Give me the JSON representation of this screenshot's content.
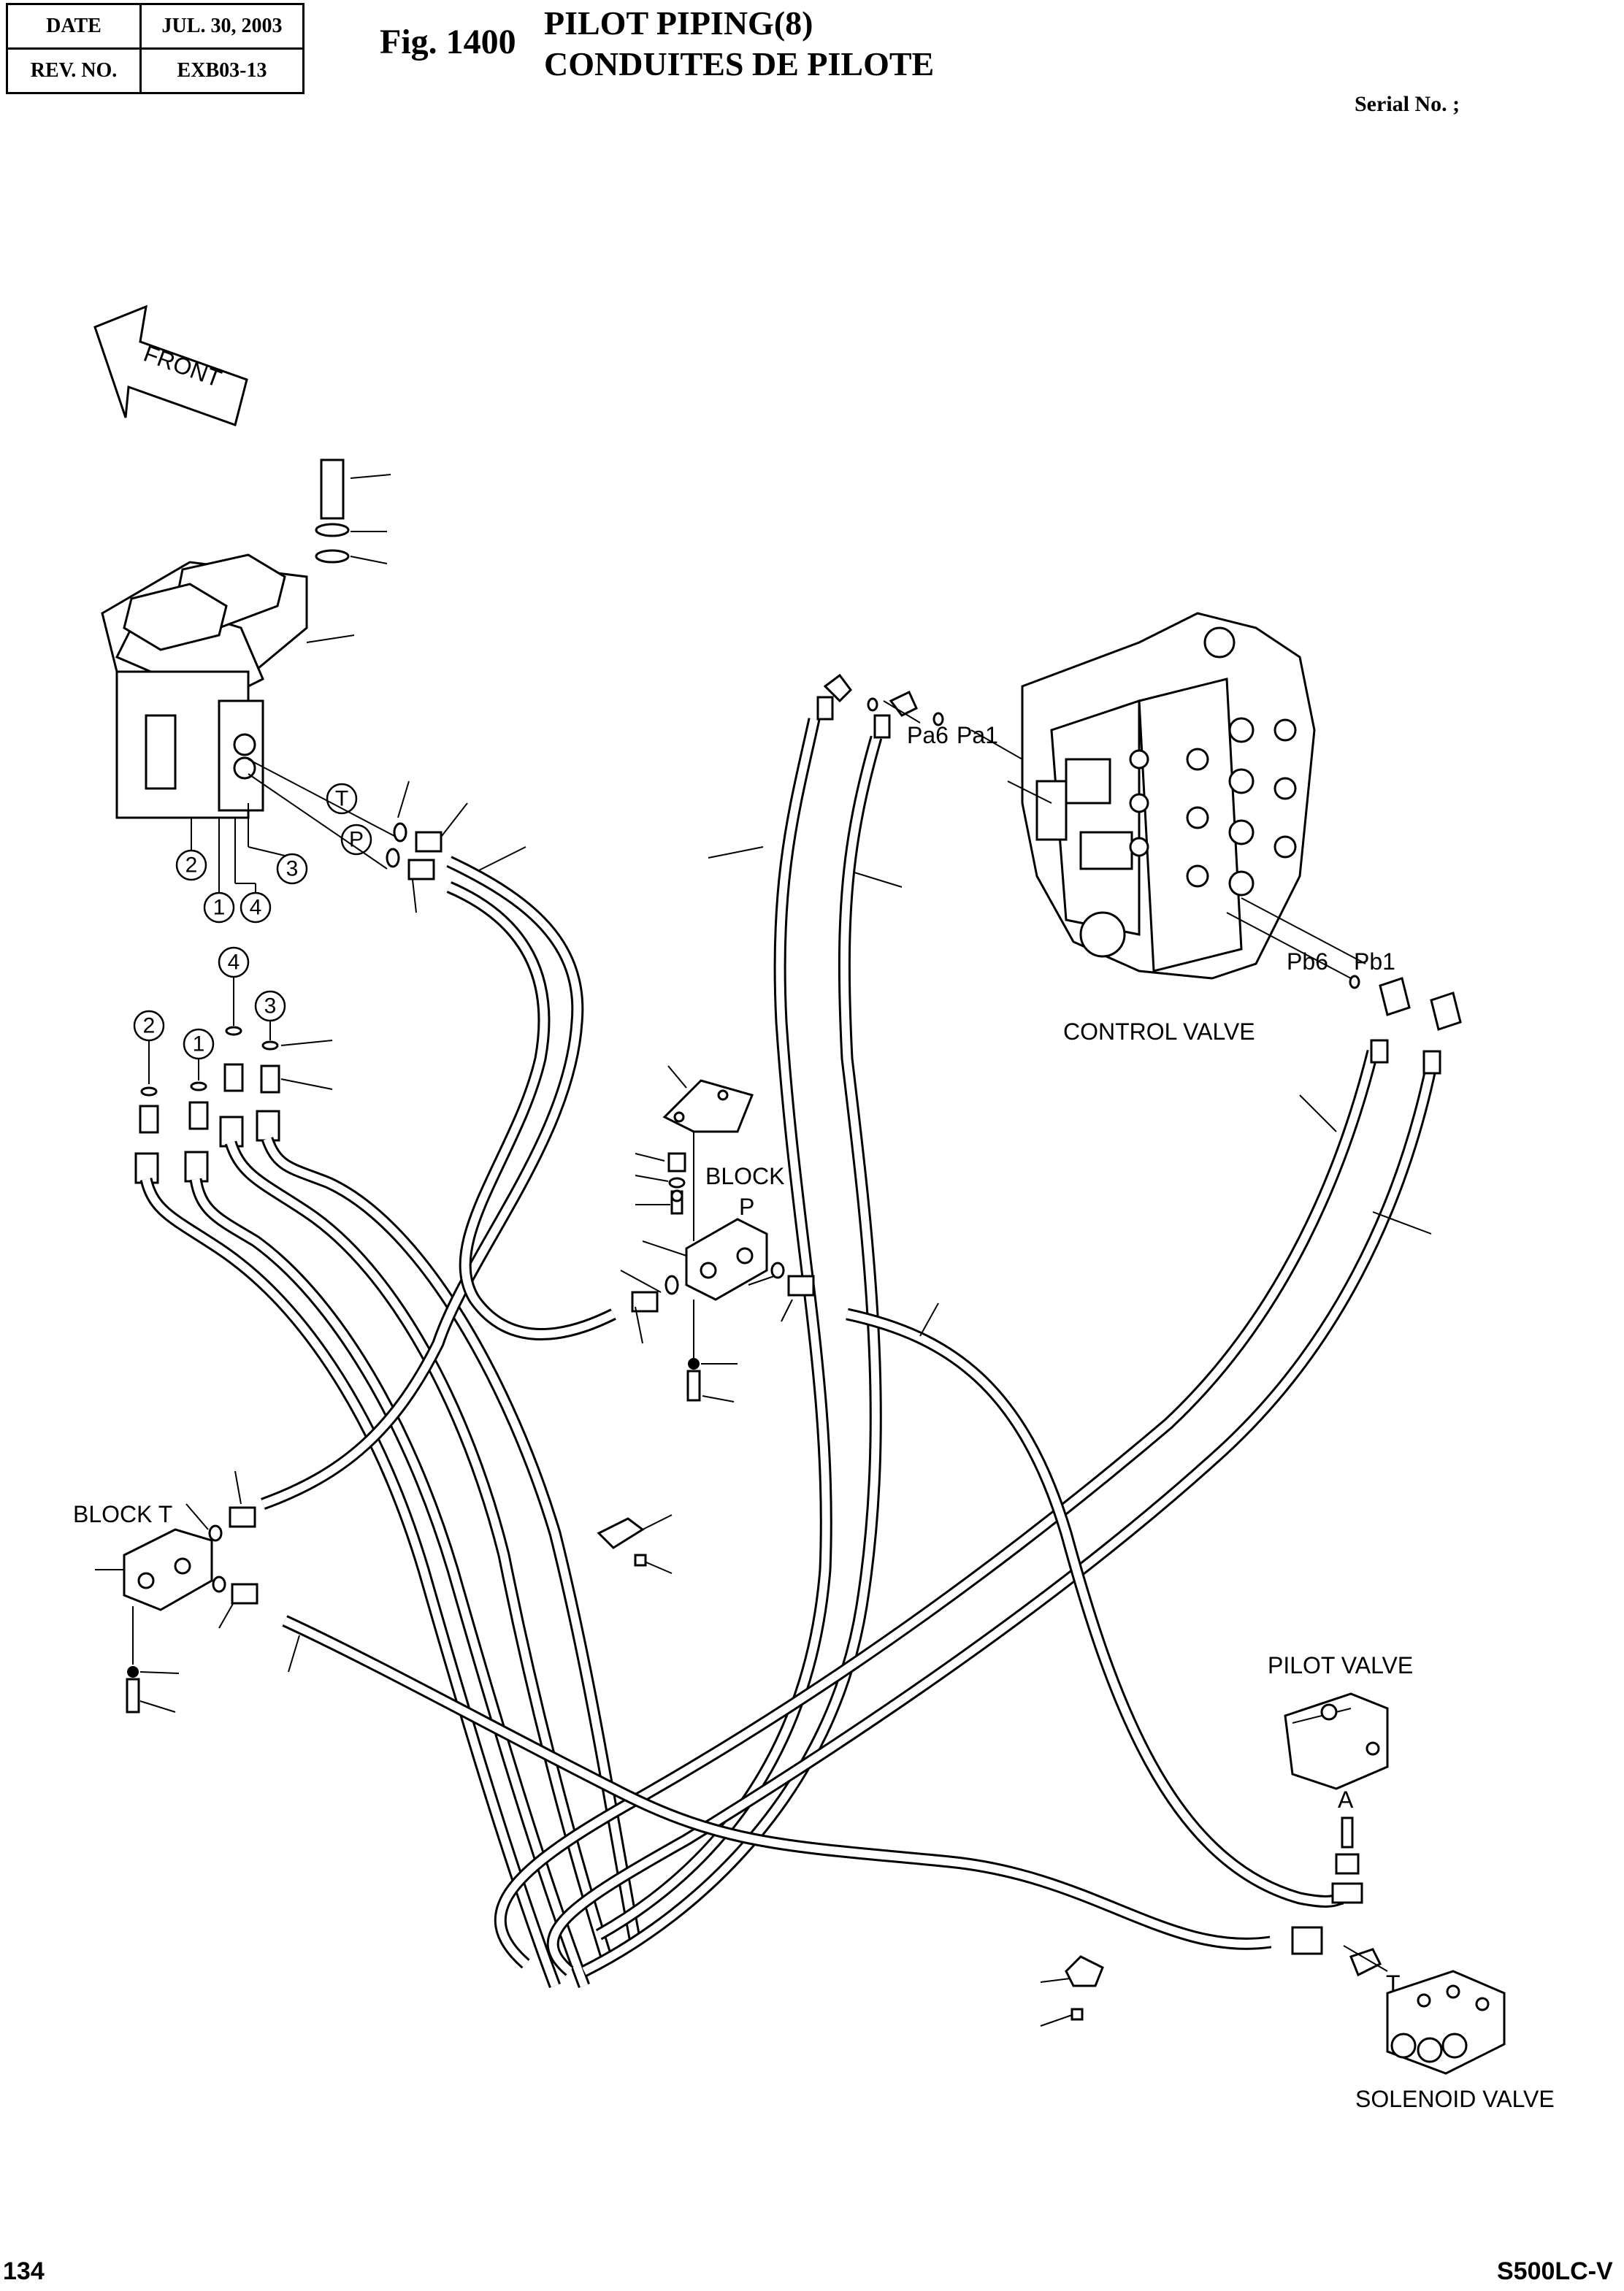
{
  "header": {
    "date_label": "DATE",
    "date_value": "JUL. 30, 2003",
    "rev_label": "REV. NO.",
    "rev_value": "EXB03-13",
    "fig_label": "Fig. 1400",
    "title_line1": "PILOT PIPING(8)",
    "title_line2": "CONDUITES DE PILOTE",
    "serial": "Serial No. ;"
  },
  "diagram": {
    "front_label": "FRONT",
    "control_valve_label": "CONTROL VALVE",
    "port_pa6": "Pa6",
    "port_pa1": "Pa1",
    "port_pb6": "Pb6",
    "port_pb1": "Pb1",
    "block_p_label": "BLOCK",
    "block_p_suffix": "P",
    "block_t_label": "BLOCK  T",
    "pilot_valve_label": "PILOT VALVE",
    "port_a": "A",
    "port_t": "T",
    "solenoid_valve_label": "SOLENOID VALVE",
    "port_T_circle": "T",
    "port_P_circle": "P",
    "callouts": [
      "1",
      "2",
      "3",
      "4"
    ]
  },
  "footer": {
    "page_number": "134",
    "model": "S500LC-V"
  }
}
